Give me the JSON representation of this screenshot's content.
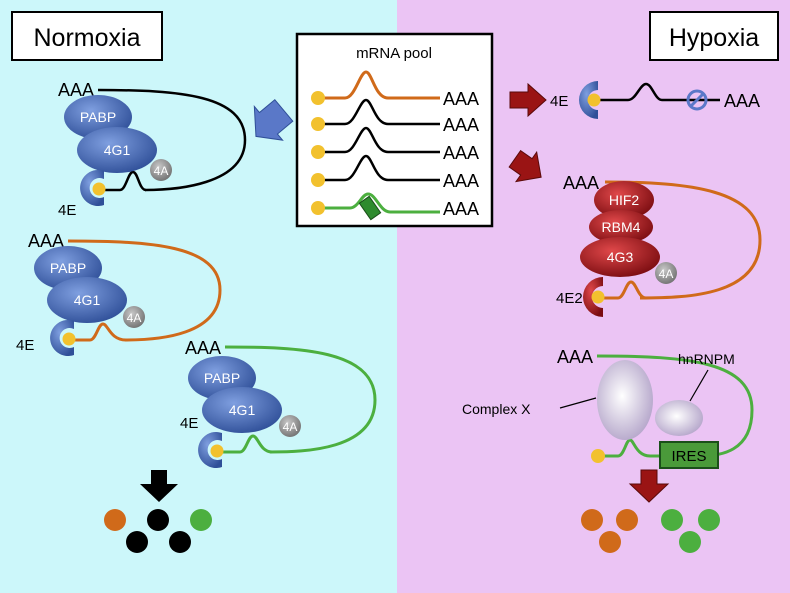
{
  "panels": {
    "normoxia": {
      "title": "Normoxia",
      "bg": "#ccf7fa"
    },
    "hypoxia": {
      "title": "Hypoxia",
      "bg": "#ebc4f4"
    }
  },
  "mrna_pool": {
    "title": "mRNA pool",
    "tail_labels": [
      "AAA",
      "AAA",
      "AAA",
      "AAA",
      "AAA"
    ]
  },
  "normoxia": {
    "complex_top": {
      "tail": "AAA",
      "pabp": "PABP",
      "g1": "4G1",
      "a": "4A",
      "e": "4E"
    },
    "complex_mid": {
      "tail": "AAA",
      "pabp": "PABP",
      "g1": "4G1",
      "a": "4A",
      "e": "4E"
    },
    "complex_bottom": {
      "tail": "AAA",
      "pabp": "PABP",
      "g1": "4G1",
      "a": "4A",
      "e": "4E"
    }
  },
  "hypoxia": {
    "blocked": {
      "e": "4E",
      "tail": "AAA"
    },
    "hif_complex": {
      "tail": "AAA",
      "hif": "HIF2",
      "rbm": "RBM4",
      "g3": "4G3",
      "a": "4A",
      "e2": "4E2"
    },
    "ires_complex": {
      "tail": "AAA",
      "hnrnpm": "hnRNPM",
      "complex_x": "Complex X",
      "ires": "IRES"
    }
  },
  "colors": {
    "orange_mrna": "#d06a1a",
    "green_mrna": "#4caf3f",
    "black_mrna": "#000000",
    "cap": "#f2c12e",
    "blue_protein": "#4a6fb5",
    "red_protein": "#a4161a",
    "grey_4a": "#9a9a9a",
    "normoxia_arrow": "#5a78c8",
    "hypoxia_arrow": "#9a1414"
  }
}
